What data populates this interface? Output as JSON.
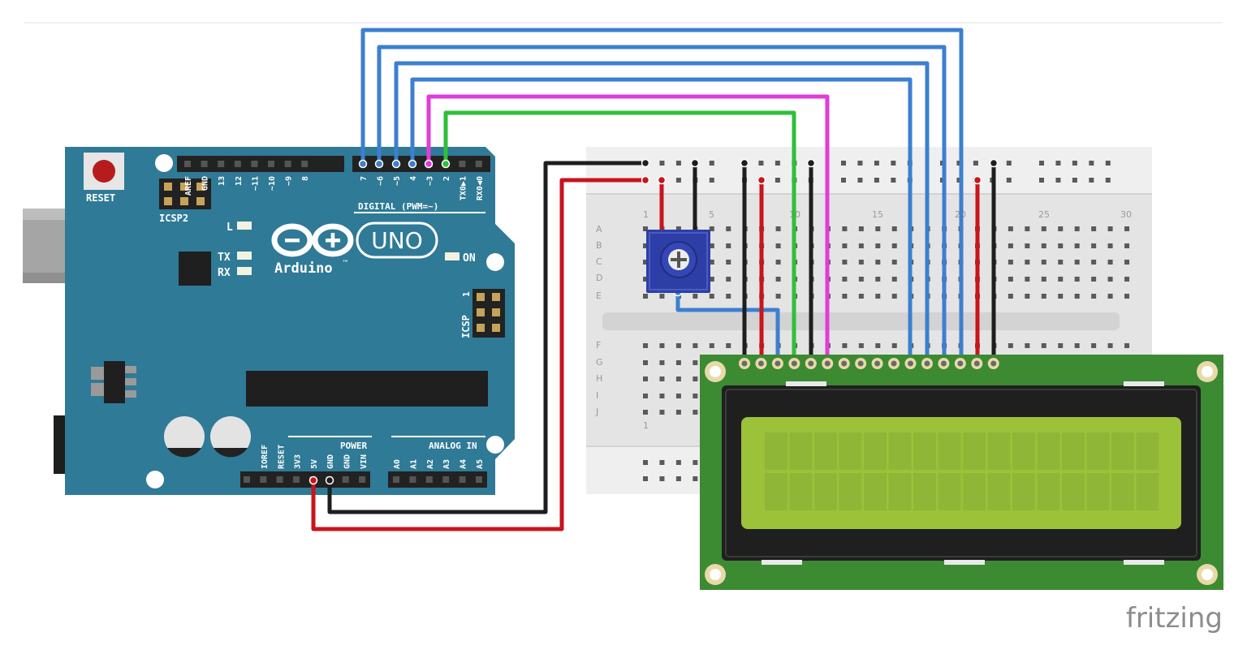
{
  "arduino": {
    "reset_label": "RESET",
    "icsp2_label": "ICSP2",
    "icsp_label": "ICSP",
    "icsp_pin1": "1",
    "led_l": "L",
    "led_tx": "TX",
    "led_rx": "RX",
    "led_on": "ON",
    "brand": "Arduino",
    "trademark": "™",
    "model": "UNO",
    "digital_label": "DIGITAL (PWM=~)",
    "power_label": "POWER",
    "analog_label": "ANALOG IN",
    "digital_pins": [
      "AREF",
      "GND",
      "13",
      "12",
      "~11",
      "~10",
      "~9",
      "8",
      "7",
      "~6",
      "~5",
      "4",
      "~3",
      "2",
      "TX0▶1",
      "RX0◀0"
    ],
    "power_pins": [
      "IOREF",
      "RESET",
      "3V3",
      "5V",
      "GND",
      "GND",
      "VIN"
    ],
    "analog_pins": [
      "A0",
      "A1",
      "A2",
      "A3",
      "A4",
      "A5"
    ]
  },
  "breadboard": {
    "rows_top": [
      "A",
      "B",
      "C",
      "D",
      "E"
    ],
    "rows_bottom": [
      "F",
      "G",
      "H",
      "I",
      "J"
    ],
    "columns": [
      "1",
      "5",
      "10",
      "15",
      "20",
      "25",
      "30"
    ],
    "bottom_column": "1"
  },
  "watermark": "fritzing",
  "colors": {
    "board": "#2f7a96",
    "blue_wire": "#3d7fd0",
    "red_wire": "#c8141c",
    "black_wire": "#1e1e1e",
    "green_wire": "#2fbf3a",
    "magenta_wire": "#e03cd8",
    "lcd_screen": "#9cc23a",
    "lcd_pcb": "#3c8a32",
    "pot": "#2d3fa6"
  }
}
